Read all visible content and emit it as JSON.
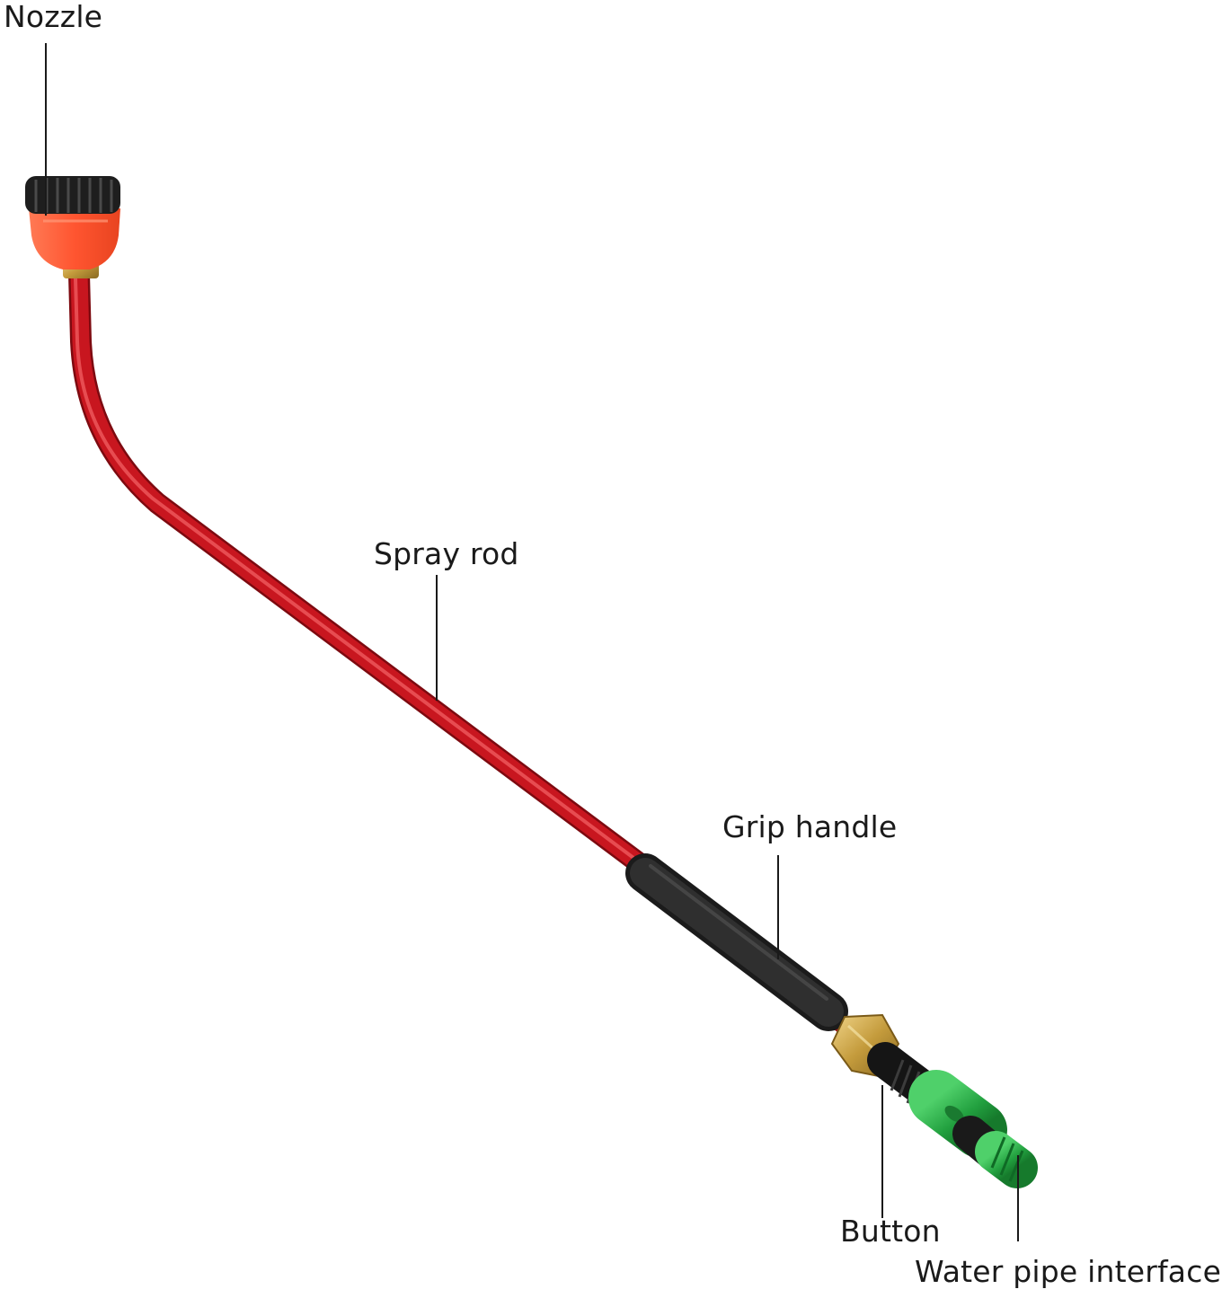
{
  "callouts": {
    "nozzle": "Nozzle",
    "spray_rod": "Spray rod",
    "grip_handle": "Grip handle",
    "button": "Button",
    "water_pipe_interface": "Water pipe interface"
  },
  "colors": {
    "background": "#ffffff",
    "rod": "#c0141c",
    "nozzle_head": "#ff5a36",
    "nozzle_cap": "#1e1e1e",
    "brass": "#c9a048",
    "grip": "#2a2a2a",
    "connector": "#27a748",
    "leader_line": "#1a1a1a"
  }
}
